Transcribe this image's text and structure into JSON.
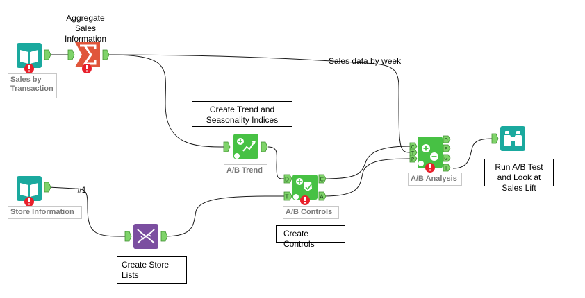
{
  "comments": {
    "aggregate": "Aggregate Sales Information",
    "trend": "Create Trend and Seasonality Indices",
    "controls": "Create Controls",
    "store_lists": "Create Store Lists",
    "run_ab": "Run A/B Test and Look at Sales Lift"
  },
  "labels": {
    "sales_by_transaction": "Sales by Transaction",
    "store_information": "Store Information",
    "ab_trend": "A/B Trend",
    "ab_controls": "A/B Controls",
    "ab_analysis": "A/B Analysis"
  },
  "connection_labels": {
    "sales_by_week": "Sales data by week",
    "hash1": "#1"
  },
  "anchors": {
    "trend_in": "",
    "controls_in": [
      "D",
      "T"
    ],
    "controls_out": [
      "C",
      "A"
    ],
    "analysis_in": [
      "C",
      "T",
      "P"
    ],
    "analysis_out": [
      "D",
      "E",
      "G",
      "I"
    ]
  },
  "icons": {
    "sales_by_transaction": "input-book-icon",
    "store_information": "input-book-icon",
    "summarize": "summarize-sigma-icon",
    "ab_trend": "ab-trend-icon",
    "ab_controls": "ab-controls-icon",
    "store_lists": "dna-icon",
    "ab_analysis": "ab-analysis-icon",
    "browse": "binoculars-icon",
    "error": "error-icon"
  },
  "colors": {
    "input": "#1aa99e",
    "summarize": "#e0563b",
    "ab_tool": "#47c144",
    "dna": "#7b4ea0",
    "browse": "#1aa99e",
    "error": "#e8202b",
    "anchor": "#7fd36a"
  }
}
